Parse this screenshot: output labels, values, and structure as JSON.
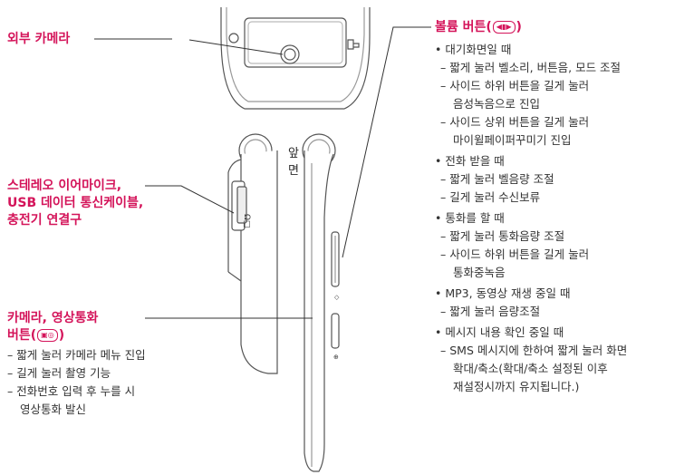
{
  "front_side_label": "앞\n면",
  "callouts": {
    "camera": "외부 카메라",
    "earphone": [
      "스테레오 이어마이크,",
      "USB 데이터 통신케이블,",
      "충전기 연결구"
    ],
    "video_call": {
      "line1": "카메라, 영상통화",
      "line2_prefix": "버튼(",
      "line2_suffix": ")"
    },
    "volume": {
      "prefix": "볼륨 버튼(",
      "suffix": ")"
    }
  },
  "video_call_items": [
    "– 짧게 눌러 카메라 메뉴 진입",
    "– 길게 눌러 촬영 기능",
    "– 전화번호 입력 후 누를 시",
    "영상통화 발신"
  ],
  "volume_items": [
    {
      "bullet": "• 대기화면일 때",
      "subs": [
        "– 짧게 눌러 벨소리, 버튼음, 모드 조절",
        "– 사이드 하위 버튼을 길게 눌러",
        "음성녹음으로 진입",
        "– 사이드 상위 버튼을 길게 눌러",
        "마이윌페이퍼꾸미기 진입"
      ]
    },
    {
      "bullet": "• 전화 받을 때",
      "subs": [
        "– 짧게 눌러 벨음량 조절",
        "– 길게 눌러 수신보류"
      ]
    },
    {
      "bullet": "• 통화를 할 때",
      "subs": [
        "– 짧게 눌러 통화음량 조절",
        "– 사이드 하위 버튼을 길게 눌러",
        "통화중녹음"
      ]
    },
    {
      "bullet": "• MP3, 동영상 재생 중일 때",
      "subs": [
        "– 짧게 눌러 음량조절"
      ]
    },
    {
      "bullet": "• 메시지 내용 확인 중일 때",
      "subs": [
        "– SMS 메시지에 한하여 짧게 눌러 화면",
        "확대/축소(확대/축소 설정된 이후",
        "재설정시까지 유지됩니다.)"
      ]
    }
  ],
  "colors": {
    "accent": "#d4145a",
    "text": "#333333",
    "line": "#333333"
  },
  "icons": {
    "volume_button": "volume-rocker-icon",
    "camera_button": "camera-videocall-icon"
  }
}
